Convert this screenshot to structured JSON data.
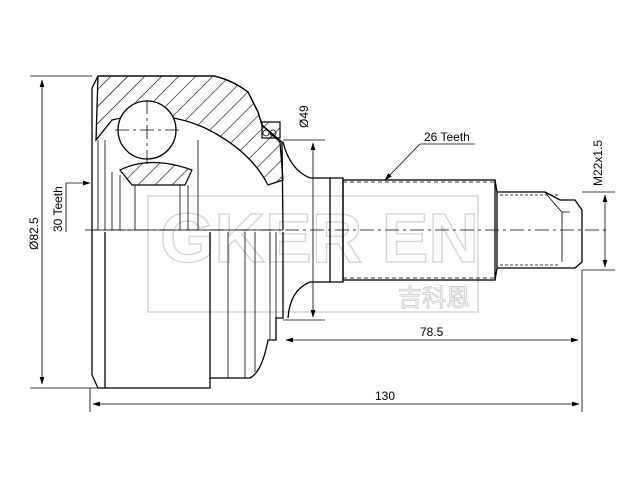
{
  "drawing": {
    "dimensions": {
      "outer_diameter": "Ø82.5",
      "inner_teeth": "30 Teeth",
      "seal_diameter": "Ø49",
      "outer_teeth": "26 Teeth",
      "thread": "M22x1.5",
      "shaft_length": "78.5",
      "total_length": "130"
    },
    "watermark": {
      "brand": "GKER EN",
      "brand_cn": "吉科恩"
    }
  }
}
